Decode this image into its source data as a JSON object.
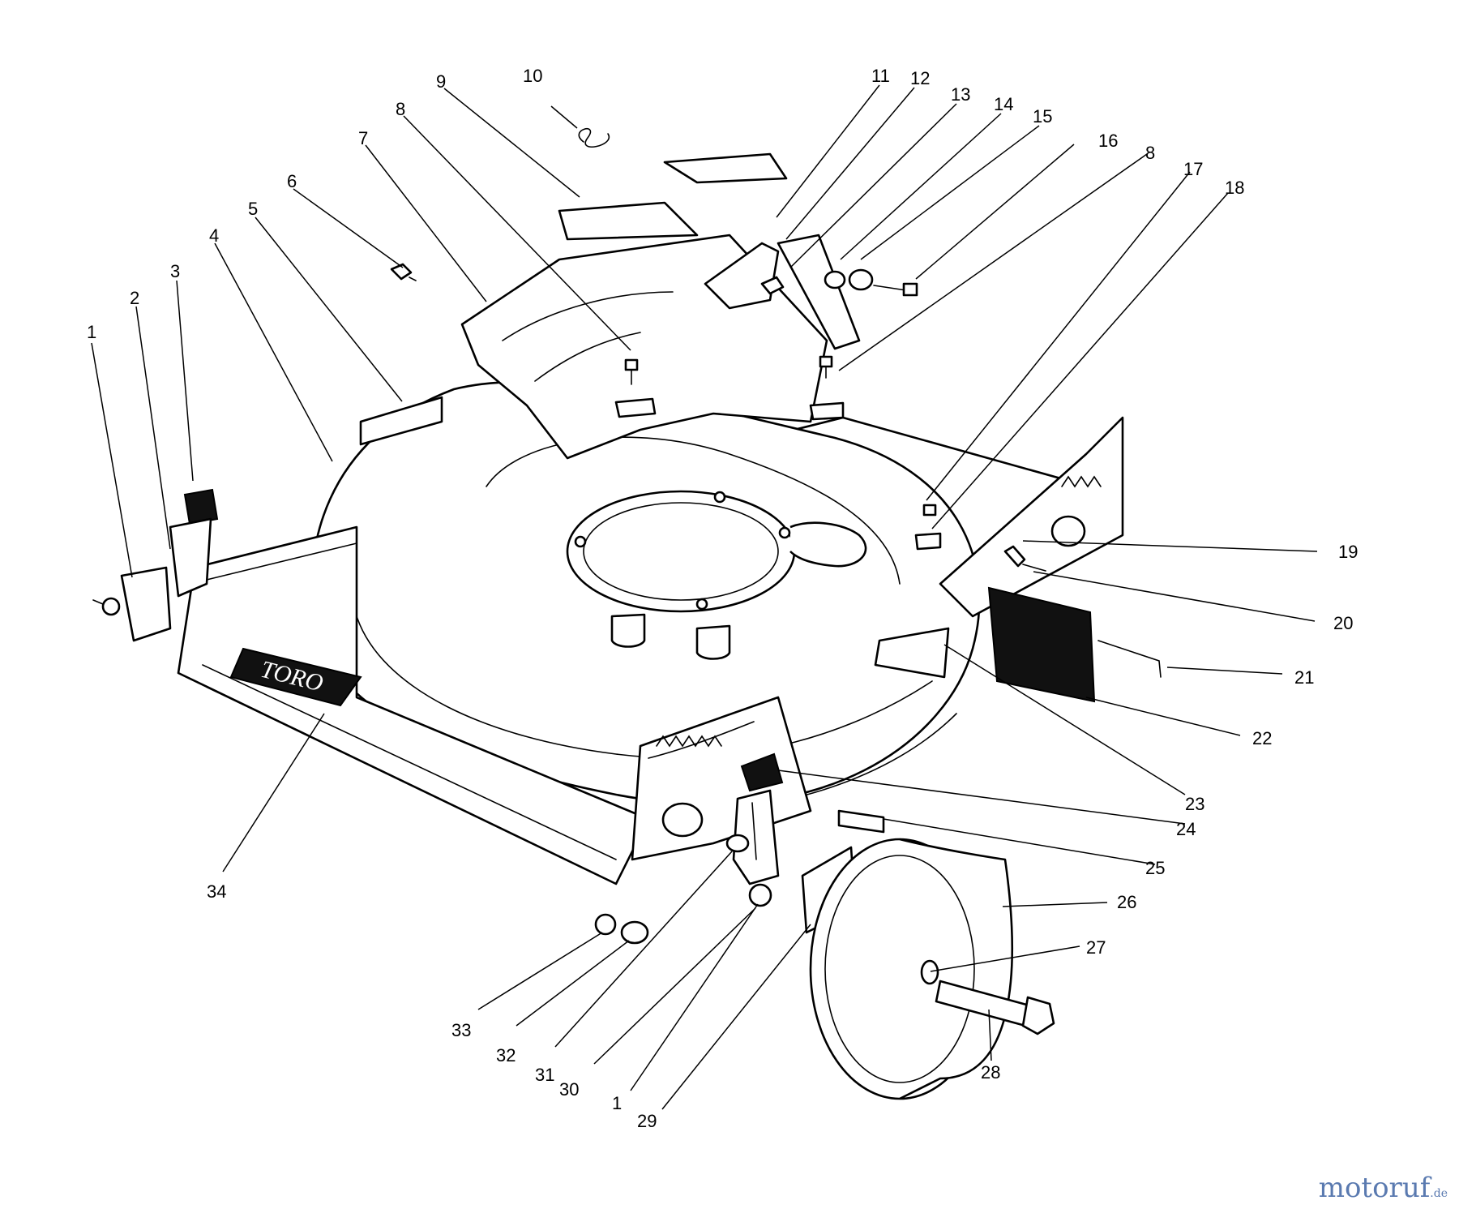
{
  "brand_decal": "TORO",
  "watermark": {
    "main": "motoruf",
    "suffix": ".de"
  },
  "callouts": [
    {
      "id": "c1a",
      "label": "1"
    },
    {
      "id": "c2",
      "label": "2"
    },
    {
      "id": "c3",
      "label": "3"
    },
    {
      "id": "c4",
      "label": "4"
    },
    {
      "id": "c5",
      "label": "5"
    },
    {
      "id": "c6",
      "label": "6"
    },
    {
      "id": "c7",
      "label": "7"
    },
    {
      "id": "c8a",
      "label": "8"
    },
    {
      "id": "c9",
      "label": "9"
    },
    {
      "id": "c10",
      "label": "10"
    },
    {
      "id": "c11",
      "label": "11"
    },
    {
      "id": "c12",
      "label": "12"
    },
    {
      "id": "c13",
      "label": "13"
    },
    {
      "id": "c14",
      "label": "14"
    },
    {
      "id": "c15",
      "label": "15"
    },
    {
      "id": "c16",
      "label": "16"
    },
    {
      "id": "c8b",
      "label": "8"
    },
    {
      "id": "c17",
      "label": "17"
    },
    {
      "id": "c18",
      "label": "18"
    },
    {
      "id": "c19",
      "label": "19"
    },
    {
      "id": "c20",
      "label": "20"
    },
    {
      "id": "c21",
      "label": "21"
    },
    {
      "id": "c22",
      "label": "22"
    },
    {
      "id": "c23",
      "label": "23"
    },
    {
      "id": "c24",
      "label": "24"
    },
    {
      "id": "c25",
      "label": "25"
    },
    {
      "id": "c26",
      "label": "26"
    },
    {
      "id": "c27",
      "label": "27"
    },
    {
      "id": "c28",
      "label": "28"
    },
    {
      "id": "c29",
      "label": "29"
    },
    {
      "id": "c1b",
      "label": "1"
    },
    {
      "id": "c30",
      "label": "30"
    },
    {
      "id": "c31",
      "label": "31"
    },
    {
      "id": "c32",
      "label": "32"
    },
    {
      "id": "c33",
      "label": "33"
    },
    {
      "id": "c34",
      "label": "34"
    }
  ]
}
